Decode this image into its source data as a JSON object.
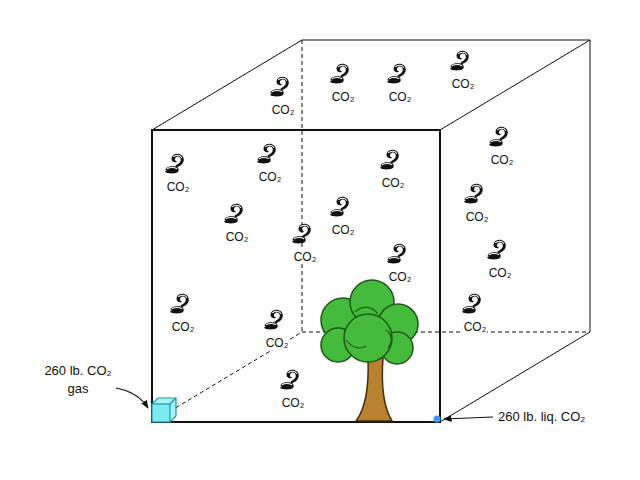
{
  "diagram": {
    "labels": [
      "CO₂",
      "CO₂",
      "CO₂",
      "CO₂",
      "CO₂",
      "CO₂",
      "CO₂",
      "CO₂",
      "CO₂",
      "CO₂",
      "CO₂",
      "CO₂",
      "CO₂",
      "CO₂",
      "CO₂",
      "CO₂",
      "CO₂",
      "CO₂",
      "260 lb. CO₂ gas",
      "260 lb. liq. CO₂"
    ]
  }
}
